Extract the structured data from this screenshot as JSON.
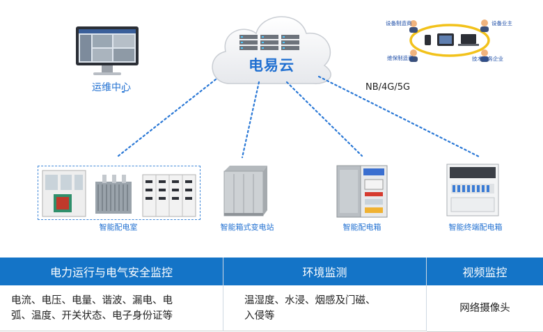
{
  "ops_center": {
    "label": "运维中心"
  },
  "cloud": {
    "title": "电易云"
  },
  "network": {
    "label": "NB/4G/5G"
  },
  "roles": {
    "top_left": "设备制造商",
    "top_right": "设备业主",
    "bottom_left": "维保制造商",
    "bottom_right": "技术服务企业"
  },
  "devices": [
    {
      "label": "智能配电室"
    },
    {
      "label": "智能箱式变电站"
    },
    {
      "label": "智能配电箱"
    },
    {
      "label": "智能终端配电箱"
    }
  ],
  "table": {
    "headers": [
      "电力运行与电气安全监控",
      "环境监测",
      "视频监控"
    ],
    "cells": [
      {
        "line1": "电流、电压、电量、谐波、漏电、电",
        "line2": "弧、温度、开关状态、电子身份证等"
      },
      {
        "line1": "温湿度、水浸、烟感及门磁、",
        "line2": "入侵等"
      },
      {
        "line1": "网络摄像头",
        "line2": ""
      }
    ]
  },
  "colors": {
    "accent": "#1474c7",
    "label_blue": "#1f6fd1",
    "dotted_link": "#2a78d6"
  }
}
